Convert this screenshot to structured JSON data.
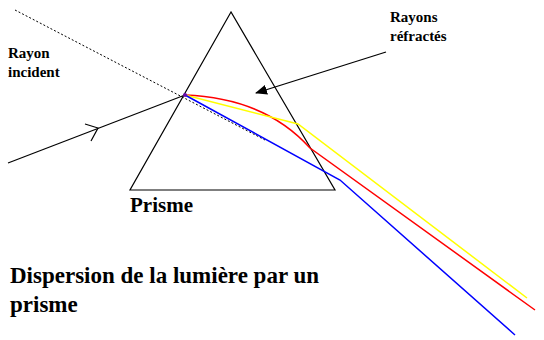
{
  "diagram": {
    "caption": "Dispersion de la lumière par un prisme",
    "labels": [
      "Rayon incident",
      "Rayons réfractés",
      "Prisme"
    ]
  }
}
